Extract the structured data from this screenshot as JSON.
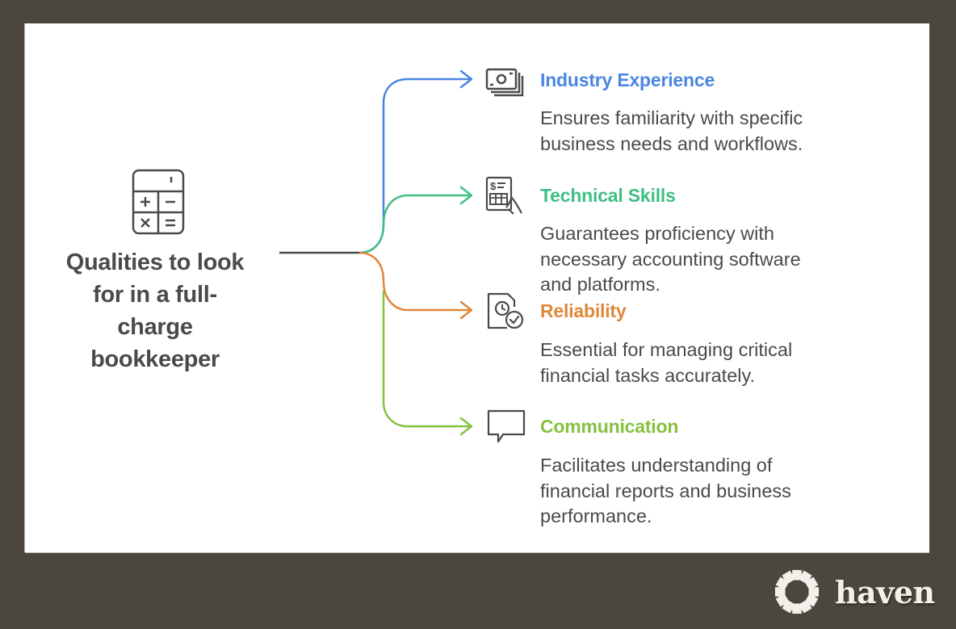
{
  "diagram": {
    "title": "Qualities to look for in a full-charge bookkeeper",
    "title_lines": [
      "Qualities to look",
      "for in a full-",
      "charge",
      "bookkeeper"
    ],
    "center_icon": "calculator-icon",
    "items": [
      {
        "title": "Industry Experience",
        "description_lines": [
          "Ensures familiarity with specific",
          "business needs and workflows."
        ],
        "icon": "money-stack-icon",
        "color": "#4a86e0"
      },
      {
        "title": "Technical Skills",
        "description_lines": [
          "Guarantees proficiency with",
          "necessary accounting software",
          "and platforms."
        ],
        "icon": "spreadsheet-in-hand-icon",
        "color": "#3fbf84"
      },
      {
        "title": "Reliability",
        "description_lines": [
          "Essential for managing critical",
          "financial tasks accurately."
        ],
        "icon": "document-clock-check-icon",
        "color": "#e0873a"
      },
      {
        "title": "Communication",
        "description_lines": [
          "Facilitates understanding of",
          "financial reports and business",
          "performance."
        ],
        "icon": "speech-bubble-icon",
        "color": "#86c140"
      }
    ],
    "trunk_color": "#4a4a4a",
    "text_color": "#4a4a4a"
  },
  "branding": {
    "name": "haven",
    "logo_icon": "sunburst-logo-icon",
    "background": "#4b473c",
    "text_color": "#f2f0ea"
  }
}
